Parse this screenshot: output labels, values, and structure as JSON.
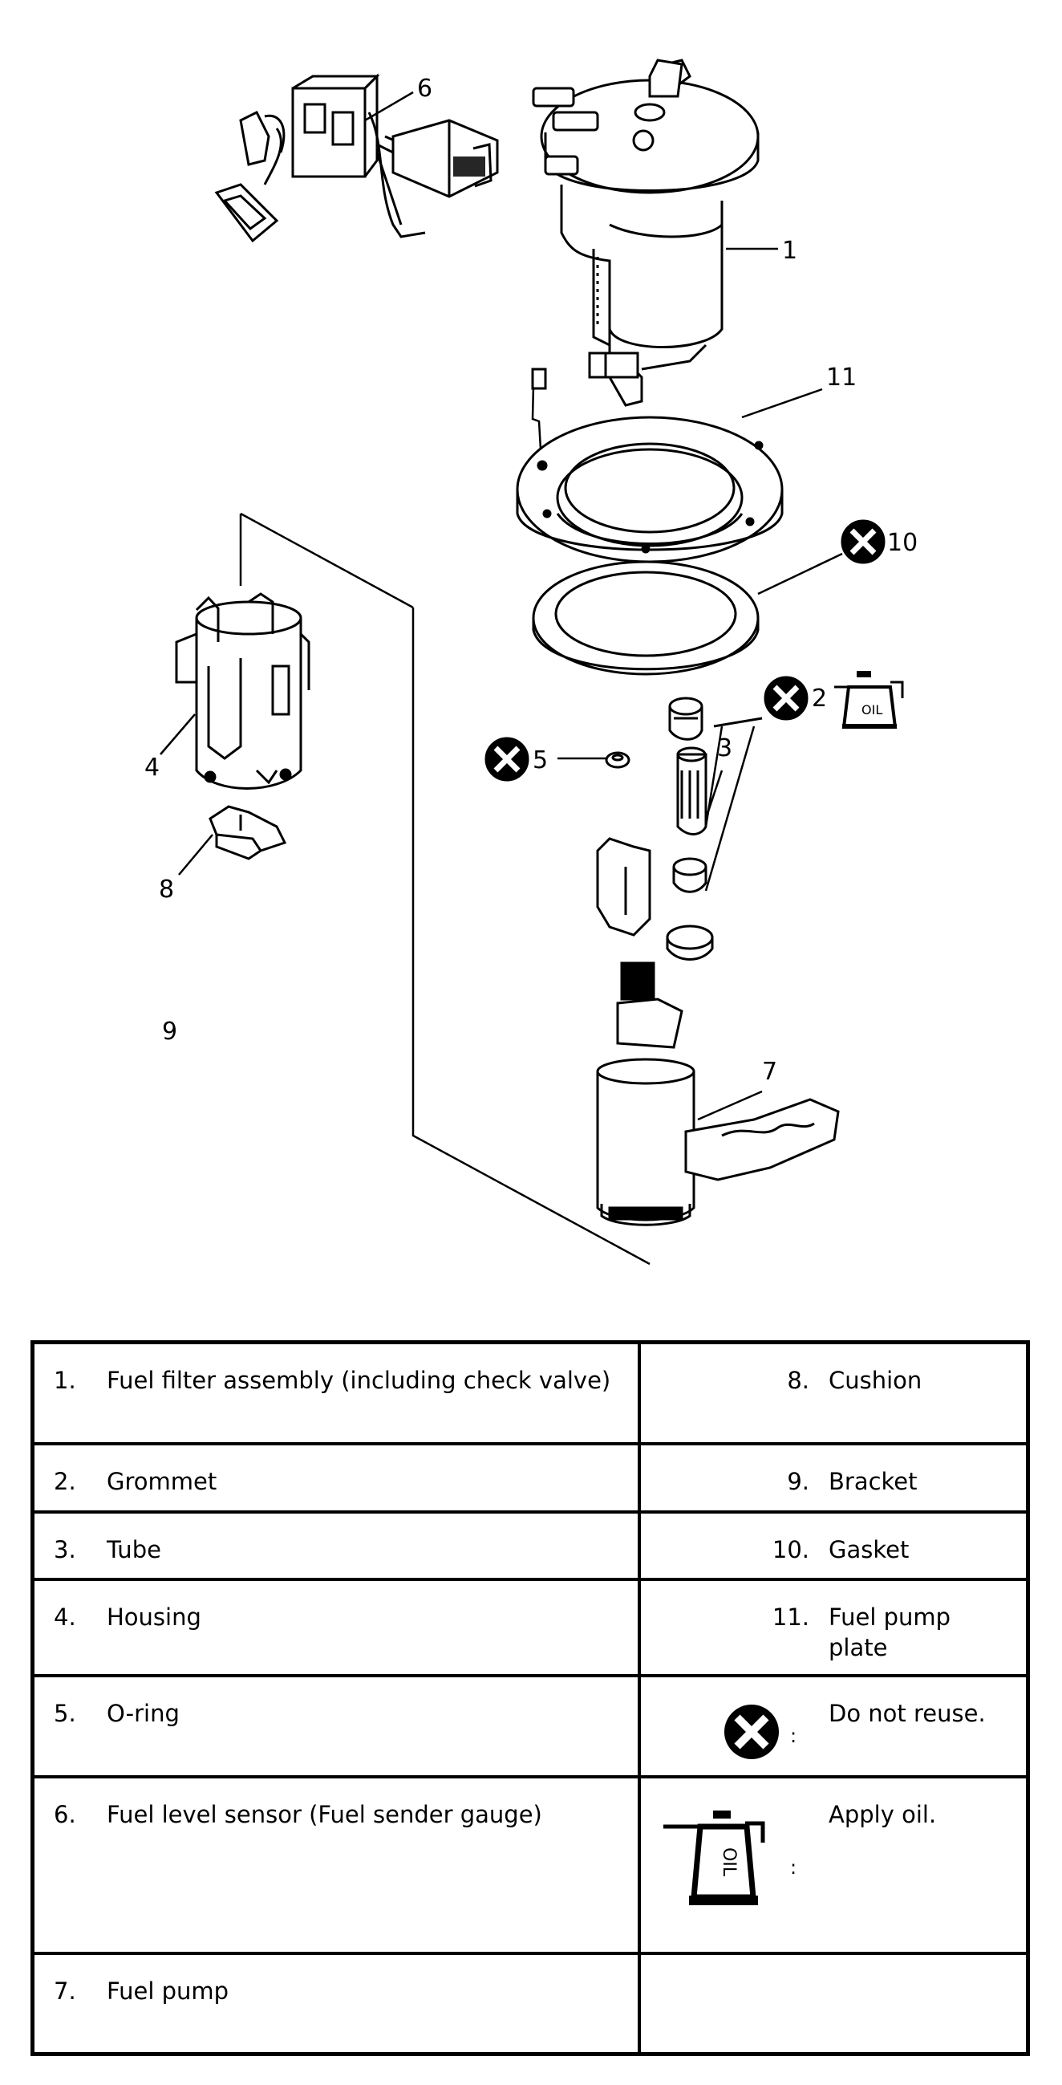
{
  "callouts": {
    "c1": "1",
    "c2": "2",
    "c3": "3",
    "c4": "4",
    "c5": "5",
    "c6": "6",
    "c7": "7",
    "c8": "8",
    "c9": "9",
    "c10": "10",
    "c11": "11"
  },
  "oil_symbol_text": "OIL",
  "legend": {
    "rows": [
      {
        "left_num": "1.",
        "left_text": "Fuel filter assembly (including check valve)",
        "right_num": "8.",
        "right_text": "Cushion"
      },
      {
        "left_num": "2.",
        "left_text": "Grommet",
        "right_num": "9.",
        "right_text": "Bracket"
      },
      {
        "left_num": "3.",
        "left_text": "Tube",
        "right_num": "10.",
        "right_text": "Gasket"
      },
      {
        "left_num": "4.",
        "left_text": "Housing",
        "right_num": "11.",
        "right_text": "Fuel pump plate"
      },
      {
        "left_num": "5.",
        "left_text": "O-ring",
        "right_colon": ":",
        "right_text": "Do not reuse."
      },
      {
        "left_num": "6.",
        "left_text": "Fuel level sensor (Fuel sender gauge)",
        "right_colon": ":",
        "right_text": "Apply oil."
      },
      {
        "left_num": "7.",
        "left_text": "Fuel pump"
      }
    ]
  }
}
